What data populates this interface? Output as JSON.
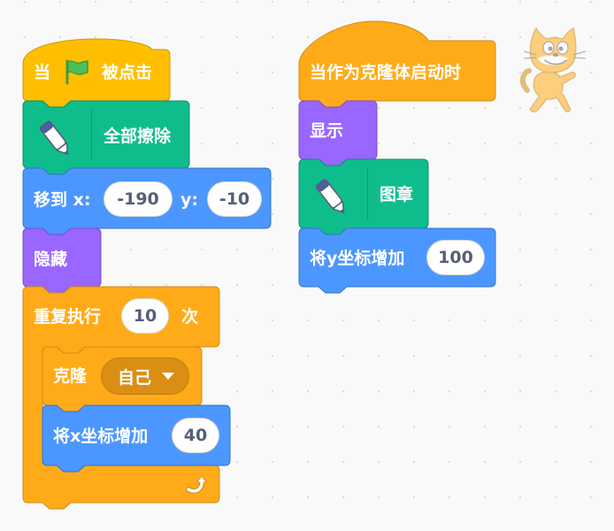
{
  "colors": {
    "events": "#ffbf00",
    "events_border": "#cc9900",
    "control": "#ffab19",
    "control_border": "#cf8b17",
    "control_dark": "#db8e14",
    "pen": "#0fbd8c",
    "pen_border": "#0b8e69",
    "motion": "#4c97ff",
    "motion_border": "#3373cc",
    "looks": "#9966ff",
    "looks_border": "#774dcb",
    "flag_green": "#4cbf56",
    "input_text": "#575e75"
  },
  "script1": {
    "hat": {
      "prefix": "当",
      "flag_icon": "green-flag-icon",
      "suffix": "被点击"
    },
    "clear": {
      "icon": "pen-icon",
      "label": "全部擦除"
    },
    "goto": {
      "label": "移到 x:",
      "x_value": "-190",
      "y_label": "y:",
      "y_value": "-10"
    },
    "hide": {
      "label": "隐藏"
    },
    "repeat": {
      "label": "重复执行",
      "times": "10",
      "suffix": "次",
      "loop_icon": "loop-arrow-icon",
      "inner": {
        "clone": {
          "label": "克隆",
          "target": "自己"
        },
        "change_x": {
          "label": "将x坐标增加",
          "value": "40"
        }
      }
    }
  },
  "script2": {
    "hat": {
      "label": "当作为克隆体启动时"
    },
    "show": {
      "label": "显示"
    },
    "stamp": {
      "icon": "pen-icon",
      "label": "图章"
    },
    "change_y": {
      "label": "将y坐标增加",
      "value": "100"
    }
  },
  "sprite": {
    "icon": "scratch-cat-icon"
  }
}
